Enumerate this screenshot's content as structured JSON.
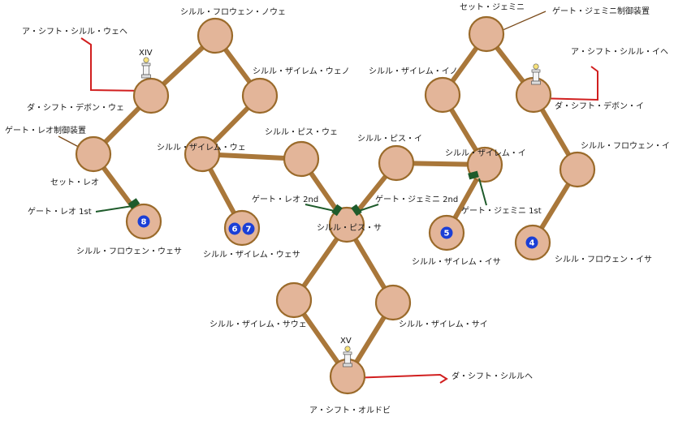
{
  "colors": {
    "node_fill": "#e3b599",
    "node_stroke": "#9a6a2a",
    "path": "#a9773a",
    "gate": "#1e5b2b",
    "device_pointer": "#7a4a1a",
    "exit_arrow": "#d11f1f",
    "badge": "#1b3fd6"
  },
  "nodes": {
    "nw_top": {
      "label": "シルル・フロウェン・ノウェ"
    },
    "nw_upper": {
      "label": "ダ・シフト・デボン・ウェ"
    },
    "nw_mid": {
      "label": "セット・レオ"
    },
    "nw_end": {
      "label": "シルル・フロウェン・ウェサ",
      "badge": "8"
    },
    "w_right": {
      "label": "シルル・ザイレム・ウェノ"
    },
    "w_mid": {
      "label": "シルル・ザイレム・ウェ"
    },
    "w_end": {
      "label": "シルル・ザイレム・ウェサ",
      "badge_a": "6",
      "badge_b": "7"
    },
    "c_left": {
      "label": "シルル・ピス・ウェ"
    },
    "c_right": {
      "label": "シルル・ピス・イ"
    },
    "center": {
      "label": "シルル・ピス・サ"
    },
    "ne_mid": {
      "label": "シルル・ザイレム・イ"
    },
    "ne_end": {
      "label": "シルル・ザイレム・イサ",
      "badge": "5"
    },
    "ne_top_l": {
      "label": "シルル・ザイレム・イノ"
    },
    "ne_top": {
      "label": "セット・ジェミニ"
    },
    "ne_upper": {
      "label": "ダ・シフト・デボン・イ"
    },
    "e_mid": {
      "label": "シルル・フロウェン・イ"
    },
    "e_end": {
      "label": "シルル・フロウェン・イサ",
      "badge": "4"
    },
    "s_left": {
      "label": "シルル・ザイレム・サウェ"
    },
    "s_right": {
      "label": "シルル・ザイレム・サイ"
    },
    "bottom": {
      "label": "ア・シフト・オルドビ"
    }
  },
  "gates": {
    "leo_1st": "ゲート・レオ 1st",
    "leo_2nd": "ゲート・レオ 2nd",
    "gemini_2nd": "ゲート・ジェミニ 2nd",
    "gemini_1st": "ゲート・ジェミニ 1st"
  },
  "devices": {
    "leo": "ゲート・レオ制御装置",
    "gemini": "ゲート・ジェミニ制御装置"
  },
  "exits": {
    "west": "ア・シフト・シルル・ウェヘ",
    "east": "ア・シフト・シルル・イヘ",
    "south": "ダ・シフト・シルルヘ"
  },
  "towers": {
    "west": "XIV",
    "south": "XV"
  }
}
